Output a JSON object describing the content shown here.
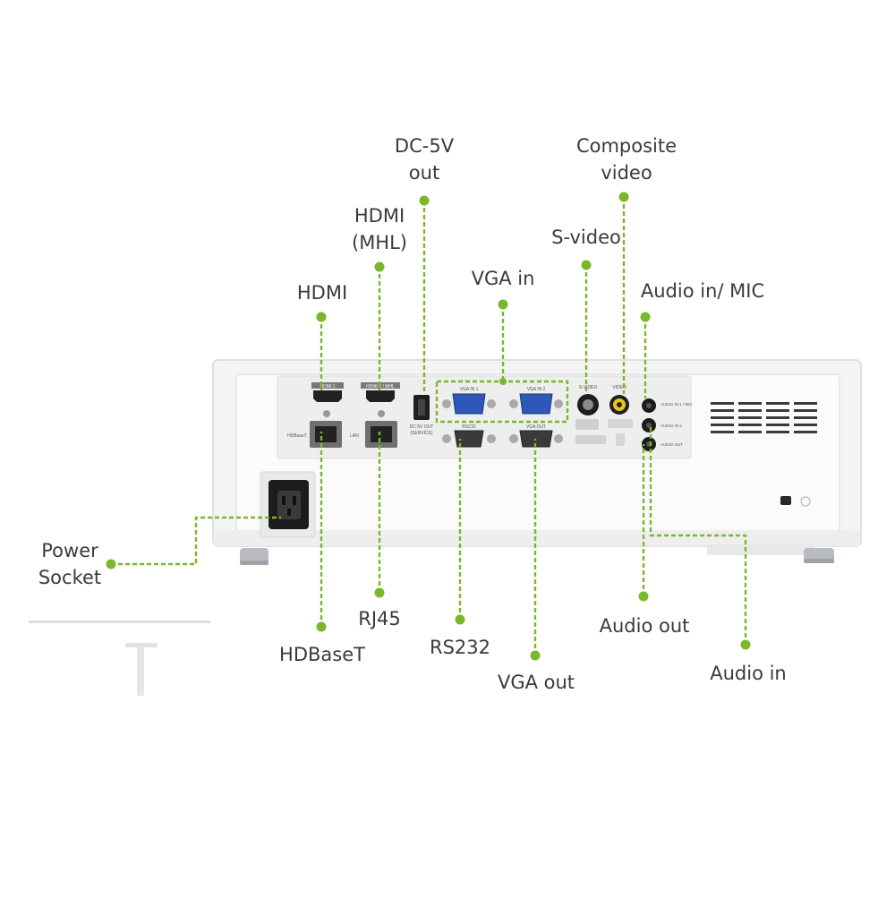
{
  "diagram": {
    "accent_color": "#78b82a",
    "labels": {
      "dc5v": [
        "DC-5V",
        "out"
      ],
      "composite": [
        "Composite",
        "video"
      ],
      "hdmi_mhl": [
        "HDMI",
        "(MHL)"
      ],
      "svideo": [
        "S-video"
      ],
      "vga_in": [
        "VGA in"
      ],
      "hdmi": [
        "HDMI"
      ],
      "audio_in_mic": [
        "Audio in/ MIC"
      ],
      "power": [
        "Power",
        "Socket"
      ],
      "rj45": [
        "RJ45"
      ],
      "audio_out": [
        "Audio out"
      ],
      "hdbaset": [
        "HDBaseT"
      ],
      "rs232": [
        "RS232"
      ],
      "audio_in": [
        "Audio in"
      ],
      "vga_out": [
        "VGA out"
      ]
    },
    "panel_text": {
      "hdmi1": "HDMI 1",
      "hdmi2": "HDMI 2 / MHL",
      "vga_in1": "VGA IN 1",
      "vga_in2": "VGA IN 2",
      "rs232": "RS232",
      "vga_out": "VGA OUT",
      "svideo": "S-VIDEO",
      "video": "VIDEO",
      "hdbaset": "HDBaseT",
      "lan": "LAN",
      "dc_out": "DC 5V OUT",
      "dc_out_sub": "(SERVICE)",
      "audio_in1": "AUDIO IN 1 / MIC",
      "audio_in2": "AUDIO IN 2",
      "audio_out": "AUDIO OUT"
    }
  }
}
